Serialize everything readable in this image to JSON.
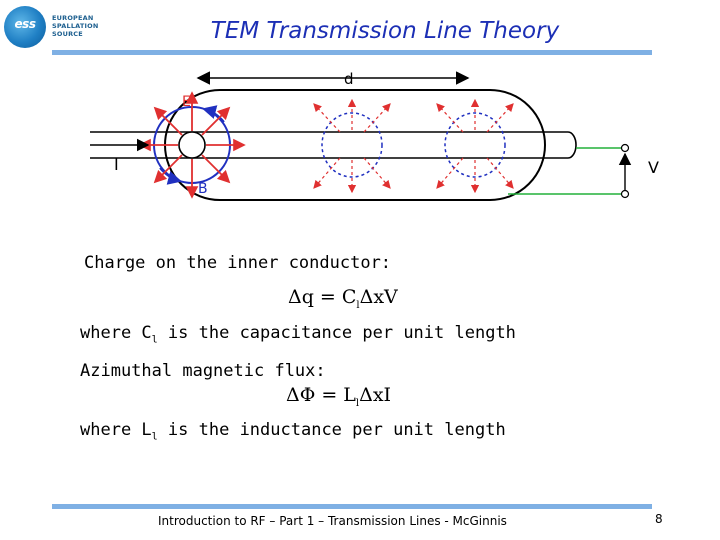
{
  "logo": {
    "mark": "ess",
    "line1": "EUROPEAN",
    "line2": "SPALLATION",
    "line3": "SOURCE"
  },
  "slide": {
    "title": "TEM Transmission Line Theory"
  },
  "diagram": {
    "label_d": "d",
    "label_E": "E",
    "label_I": "I",
    "label_B": "B",
    "label_V": "V"
  },
  "content": {
    "charge_heading": "Charge on the inner conductor:",
    "eq1": {
      "lhs": "Δq = C",
      "sub": "l",
      "rhs": "ΔxV"
    },
    "cap_pre": "where C",
    "cap_sub": "l",
    "cap_post": " is the capacitance per unit length",
    "flux_heading": "Azimuthal magnetic flux:",
    "eq2": {
      "lhs": "ΔΦ = L",
      "sub": "l",
      "rhs": "ΔxI"
    },
    "ind_pre": "where L",
    "ind_sub": "l",
    "ind_post": " is the inductance per unit length"
  },
  "footer": {
    "text": "Introduction to RF – Part 1 – Transmission Lines - McGinnis",
    "page": "8"
  }
}
